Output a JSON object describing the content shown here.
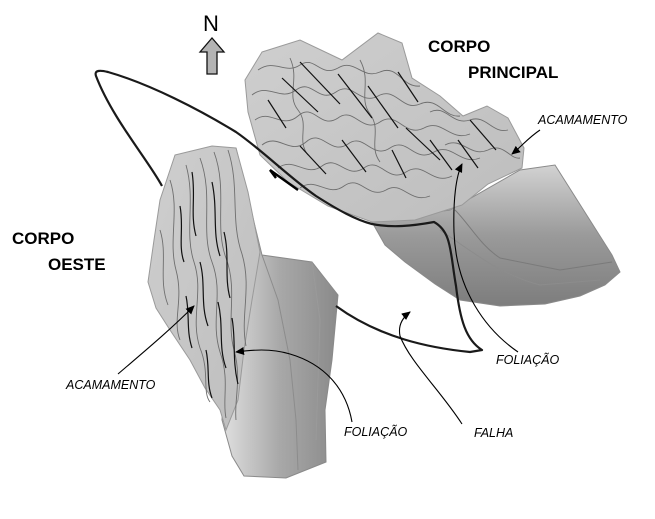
{
  "north": {
    "letter": "N"
  },
  "bodies": {
    "principal": {
      "line1": "CORPO",
      "line2": "PRINCIPAL"
    },
    "oeste": {
      "line1": "CORPO",
      "line2": "OESTE"
    }
  },
  "annotations": {
    "acamamento_top": "ACAMAMENTO",
    "acamamento_left": "ACAMAMENTO",
    "foliacao_right": "FOLIAÇÃO",
    "foliacao_left": "FOLIAÇÃO",
    "falha": "FALHA"
  },
  "colors": {
    "surface": "#c9c9c9",
    "surface_light": "#d8d8d8",
    "side_dark": "#8f8f8f",
    "side_mid": "#b0b0b0",
    "lines": "#000000",
    "arrow_fill": "#b3b3b3"
  }
}
